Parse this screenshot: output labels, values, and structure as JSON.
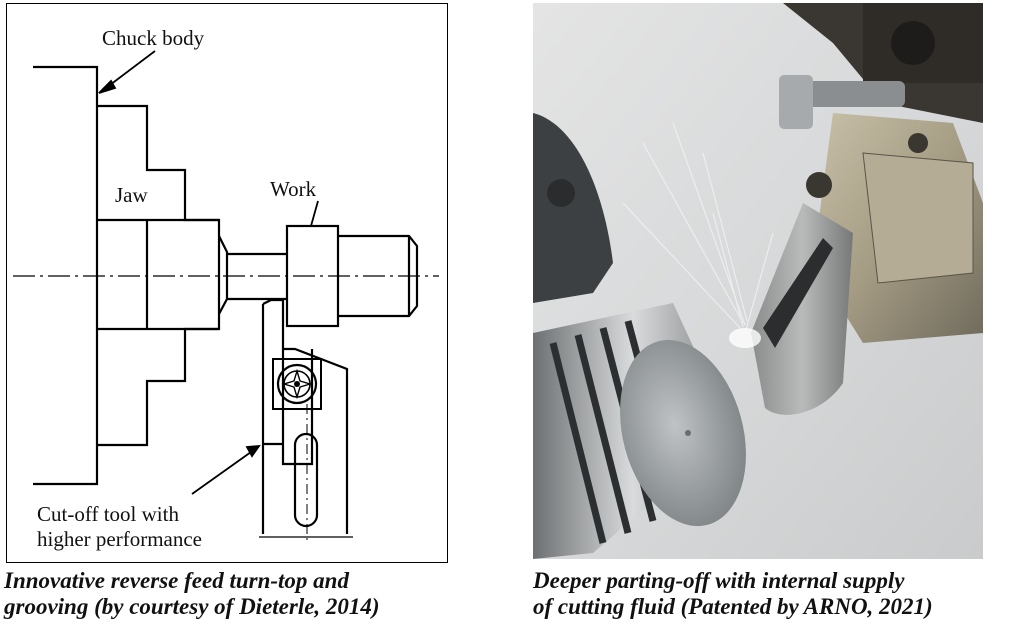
{
  "diagram": {
    "labels": {
      "chuck_body": "Chuck body",
      "jaw": "Jaw",
      "work": "Work",
      "cutoff_line1": "Cut-off tool with",
      "cutoff_line2": "higher performance"
    }
  },
  "captions": {
    "left_line1": "Innovative reverse feed turn-top and",
    "left_line2": "grooving (by courtesy of Dieterle, 2014)",
    "right_line1": "Deeper parting-off with internal supply",
    "right_line2": "of cutting fluid (Patented by ARNO, 2021)"
  }
}
